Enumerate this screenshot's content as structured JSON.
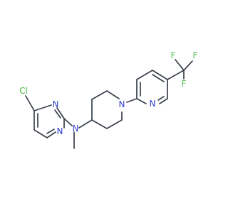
{
  "colors": {
    "background": "#ffffff",
    "bond": "#39404b",
    "nitrogen": "#2f3ed3",
    "chlorine": "#42b742",
    "fluorine": "#59bf59"
  },
  "atoms": [
    {
      "id": "cl",
      "label": "Cl",
      "element": "Cl"
    },
    {
      "id": "n_pyr_top",
      "label": "N",
      "element": "N"
    },
    {
      "id": "n_pyr_bottom",
      "label": "N",
      "element": "N"
    },
    {
      "id": "n_amine",
      "label": "N",
      "element": "N"
    },
    {
      "id": "n_pip",
      "label": "N",
      "element": "N"
    },
    {
      "id": "n_pyridine",
      "label": "N",
      "element": "N"
    },
    {
      "id": "f_left",
      "label": "F",
      "element": "F"
    },
    {
      "id": "f_right",
      "label": "F",
      "element": "F"
    },
    {
      "id": "f_bottom",
      "label": "F",
      "element": "F"
    }
  ]
}
